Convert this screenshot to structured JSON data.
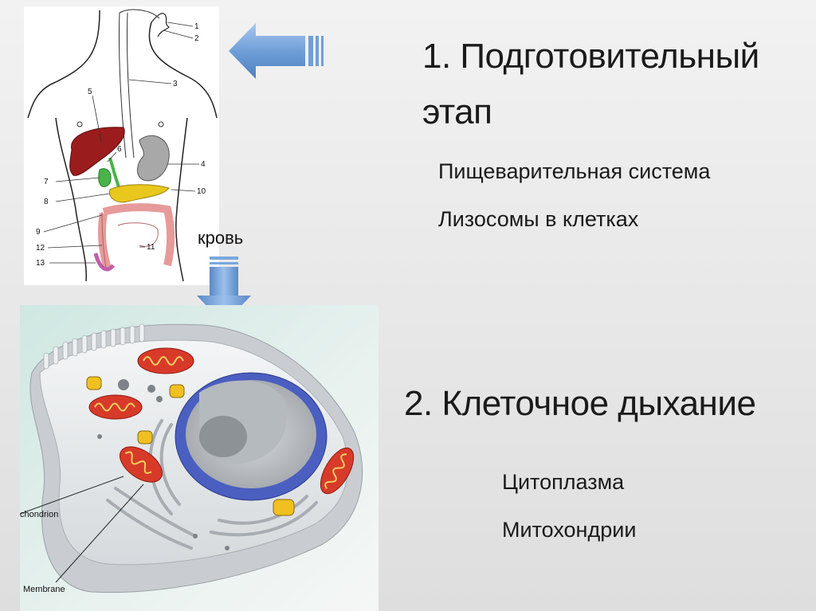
{
  "stage1": {
    "title_line1": "1. Подготовительный",
    "title_line2": "этап",
    "items": [
      "Пищеварительная система",
      "Лизосомы в клетках"
    ]
  },
  "stage2": {
    "title": "2. Клеточное дыхание",
    "items": [
      "Цитоплазма",
      "Митохондрии"
    ]
  },
  "blood_label": "кровь",
  "anatomy_numbers": [
    "1",
    "2",
    "3",
    "4",
    "5",
    "6",
    "7",
    "8",
    "9",
    "10",
    "11",
    "12",
    "13"
  ],
  "cell_labels": {
    "mitochondrion": "chondrion",
    "membrane": "Membrane"
  },
  "colors": {
    "arrow": "#6f9fd8",
    "liver": "#9b1c1c",
    "stomach": "#a8a8a8",
    "pancreas": "#e8c81c",
    "intestine": "#e79a9a",
    "gallbladder": "#49b349",
    "nucleus_envelope": "#4a5fc0",
    "mitochondria": "#d83a2a"
  }
}
